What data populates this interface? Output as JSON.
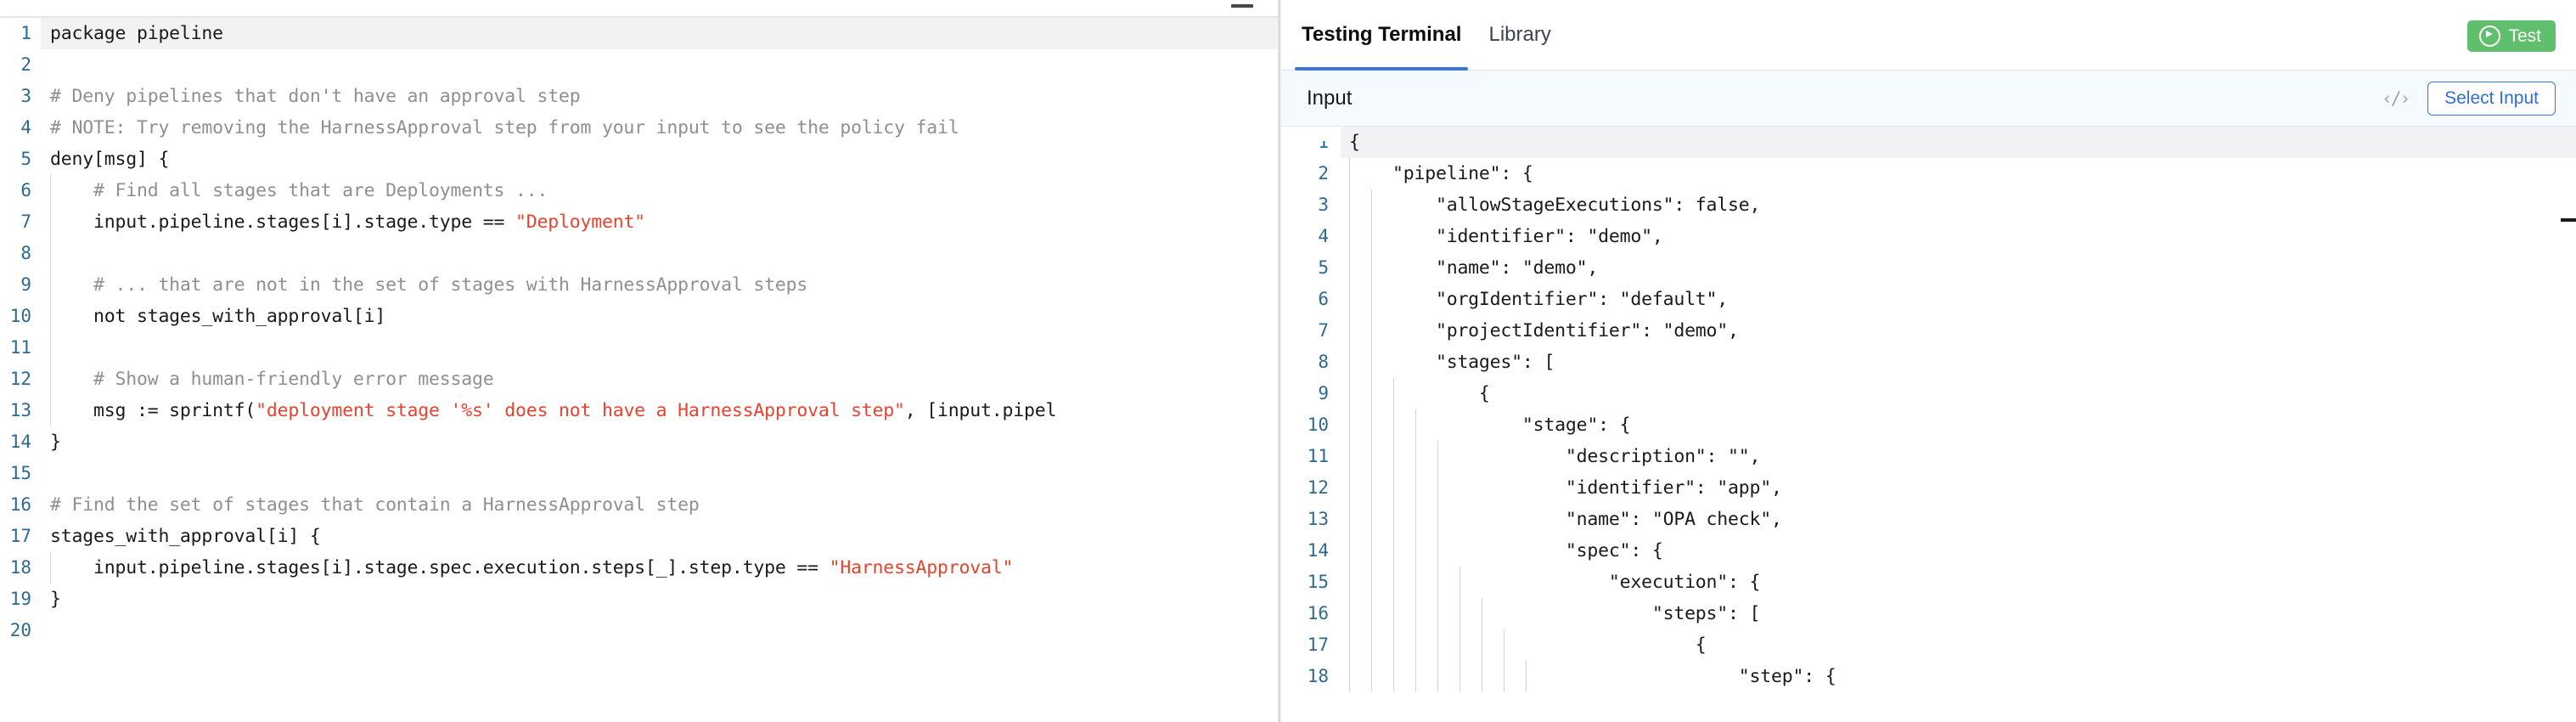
{
  "editor": {
    "name": "rego-policy-editor",
    "language": "rego",
    "minimize_icon": "minimize-icon",
    "active_line": 1,
    "lines": [
      {
        "n": "1",
        "indent": 0,
        "tokens": [
          {
            "t": "package pipeline",
            "c": "plain"
          }
        ]
      },
      {
        "n": "2",
        "indent": 0,
        "tokens": []
      },
      {
        "n": "3",
        "indent": 0,
        "tokens": [
          {
            "t": "# Deny pipelines that don't have an approval step",
            "c": "cmt"
          }
        ]
      },
      {
        "n": "4",
        "indent": 0,
        "tokens": [
          {
            "t": "# NOTE: Try removing the HarnessApproval step from your input to see the policy fail",
            "c": "cmt"
          }
        ]
      },
      {
        "n": "5",
        "indent": 0,
        "tokens": [
          {
            "t": "deny[msg] {",
            "c": "plain"
          }
        ]
      },
      {
        "n": "6",
        "indent": 1,
        "tokens": [
          {
            "t": "    # Find all stages that are Deployments ...",
            "c": "cmt"
          }
        ]
      },
      {
        "n": "7",
        "indent": 1,
        "tokens": [
          {
            "t": "    input.pipeline.stages[i].stage.type == ",
            "c": "plain"
          },
          {
            "t": "\"Deployment\"",
            "c": "str"
          }
        ]
      },
      {
        "n": "8",
        "indent": 1,
        "tokens": []
      },
      {
        "n": "9",
        "indent": 1,
        "tokens": [
          {
            "t": "    # ... that are not in the set of stages with HarnessApproval steps",
            "c": "cmt"
          }
        ]
      },
      {
        "n": "10",
        "indent": 1,
        "tokens": [
          {
            "t": "    not stages_with_approval[i]",
            "c": "plain"
          }
        ]
      },
      {
        "n": "11",
        "indent": 1,
        "tokens": []
      },
      {
        "n": "12",
        "indent": 1,
        "tokens": [
          {
            "t": "    # Show a human-friendly error message",
            "c": "cmt"
          }
        ]
      },
      {
        "n": "13",
        "indent": 1,
        "tokens": [
          {
            "t": "    msg := sprintf(",
            "c": "plain"
          },
          {
            "t": "\"deployment stage '%s' does not have a HarnessApproval step\"",
            "c": "str"
          },
          {
            "t": ", [input.pipel",
            "c": "plain"
          }
        ]
      },
      {
        "n": "14",
        "indent": 0,
        "tokens": [
          {
            "t": "}",
            "c": "plain"
          }
        ]
      },
      {
        "n": "15",
        "indent": 0,
        "tokens": []
      },
      {
        "n": "16",
        "indent": 0,
        "tokens": [
          {
            "t": "# Find the set of stages that contain a HarnessApproval step",
            "c": "cmt"
          }
        ]
      },
      {
        "n": "17",
        "indent": 0,
        "tokens": [
          {
            "t": "stages_with_approval[i] {",
            "c": "plain"
          }
        ]
      },
      {
        "n": "18",
        "indent": 1,
        "tokens": [
          {
            "t": "    input.pipeline.stages[i].stage.spec.execution.steps[_].step.type == ",
            "c": "plain"
          },
          {
            "t": "\"HarnessApproval\"",
            "c": "str"
          }
        ]
      },
      {
        "n": "19",
        "indent": 0,
        "tokens": [
          {
            "t": "}",
            "c": "plain"
          }
        ]
      },
      {
        "n": "20",
        "indent": 0,
        "tokens": []
      }
    ]
  },
  "right": {
    "tabs": [
      {
        "label": "Testing Terminal",
        "selected": true
      },
      {
        "label": "Library",
        "selected": false
      }
    ],
    "test_button": {
      "label": "Test",
      "icon": "play-circle-icon",
      "color": "#5fbf6d"
    },
    "input_bar": {
      "title": "Input",
      "code_icon": "‹/›",
      "select_input_label": "Select Input",
      "accent_color": "#3a77d8",
      "background": "#f4fafd"
    },
    "json_editor": {
      "name": "input-json-editor",
      "language": "json",
      "active_line": 1,
      "lines": [
        {
          "n": "1",
          "indent": 0,
          "text": "{"
        },
        {
          "n": "2",
          "indent": 1,
          "text": "    \"pipeline\": {"
        },
        {
          "n": "3",
          "indent": 2,
          "text": "        \"allowStageExecutions\": false,"
        },
        {
          "n": "4",
          "indent": 2,
          "text": "        \"identifier\": \"demo\","
        },
        {
          "n": "5",
          "indent": 2,
          "text": "        \"name\": \"demo\","
        },
        {
          "n": "6",
          "indent": 2,
          "text": "        \"orgIdentifier\": \"default\","
        },
        {
          "n": "7",
          "indent": 2,
          "text": "        \"projectIdentifier\": \"demo\","
        },
        {
          "n": "8",
          "indent": 2,
          "text": "        \"stages\": ["
        },
        {
          "n": "9",
          "indent": 3,
          "text": "            {"
        },
        {
          "n": "10",
          "indent": 4,
          "text": "                \"stage\": {"
        },
        {
          "n": "11",
          "indent": 5,
          "text": "                    \"description\": \"\","
        },
        {
          "n": "12",
          "indent": 5,
          "text": "                    \"identifier\": \"app\","
        },
        {
          "n": "13",
          "indent": 5,
          "text": "                    \"name\": \"OPA check\","
        },
        {
          "n": "14",
          "indent": 5,
          "text": "                    \"spec\": {"
        },
        {
          "n": "15",
          "indent": 6,
          "text": "                        \"execution\": {"
        },
        {
          "n": "16",
          "indent": 7,
          "text": "                            \"steps\": ["
        },
        {
          "n": "17",
          "indent": 8,
          "text": "                                {"
        },
        {
          "n": "18",
          "indent": 9,
          "text": "                                    \"step\": {"
        }
      ]
    }
  }
}
